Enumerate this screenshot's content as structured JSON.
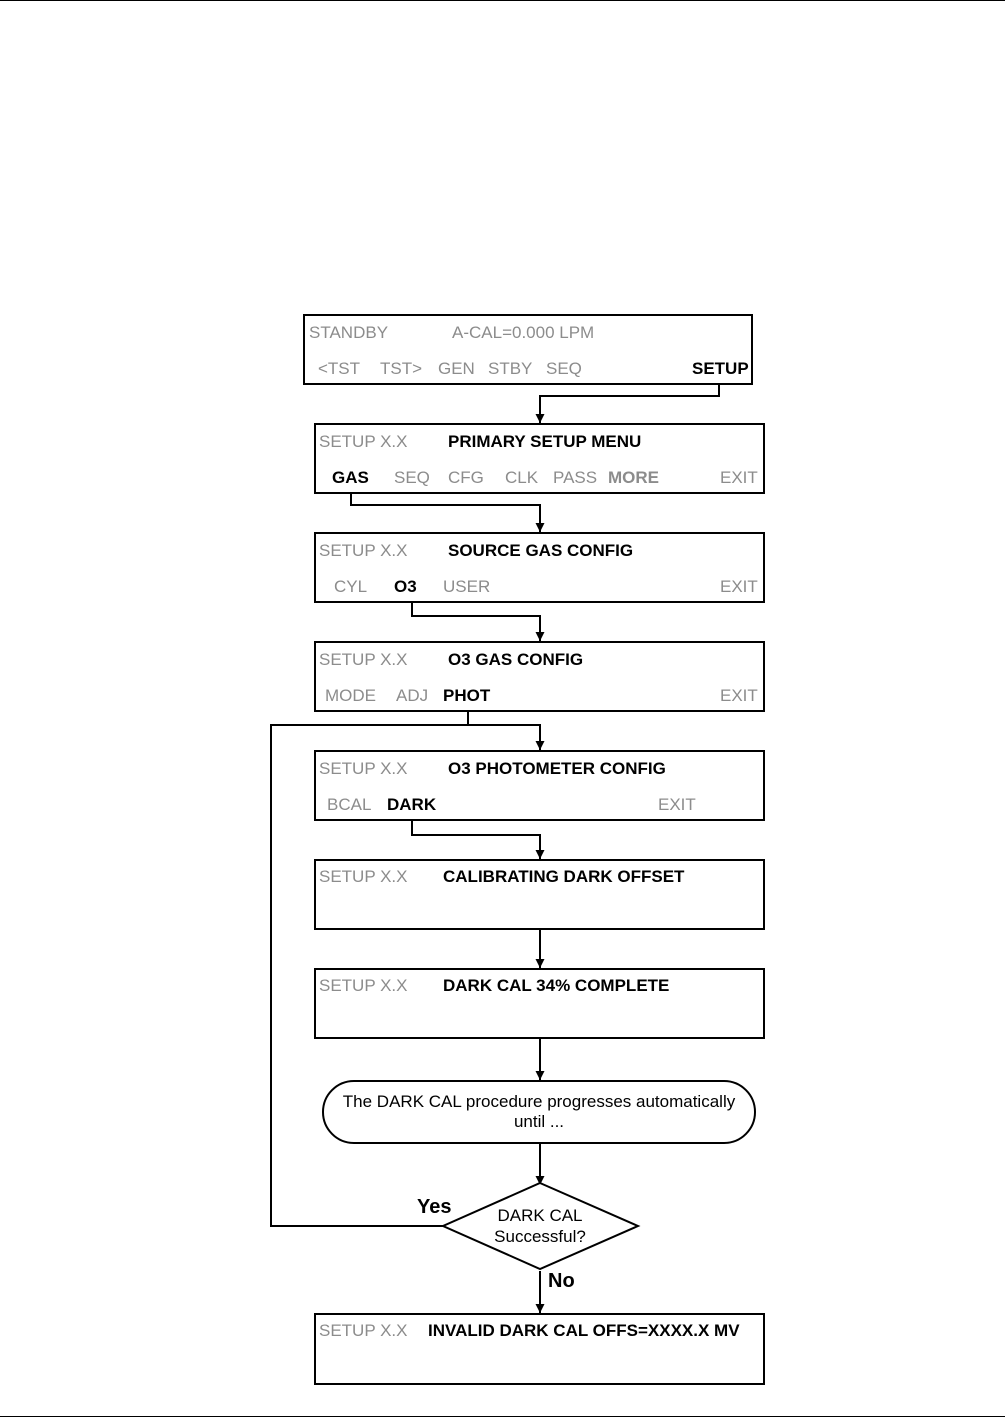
{
  "screens": {
    "standby": {
      "status": "STANDBY",
      "reading": "A-CAL=0.000 LPM",
      "menu": [
        "<TST",
        "TST>",
        "GEN",
        "STBY",
        "SEQ"
      ],
      "selected": "SETUP"
    },
    "primary": {
      "prefix": "SETUP X.X",
      "title": "PRIMARY SETUP MENU",
      "selected": "GAS",
      "menu": [
        "SEQ",
        "CFG",
        "CLK",
        "PASS"
      ],
      "more": "MORE",
      "exit": "EXIT"
    },
    "source_gas": {
      "prefix": "SETUP X.X",
      "title": "SOURCE GAS CONFIG",
      "menu_left": "CYL",
      "selected": "O3",
      "menu_right": "USER",
      "exit": "EXIT"
    },
    "o3_gas": {
      "prefix": "SETUP X.X",
      "title": "O3 GAS CONFIG",
      "menu": [
        "MODE",
        "ADJ"
      ],
      "selected": "PHOT",
      "exit": "EXIT"
    },
    "photometer": {
      "prefix": "SETUP X.X",
      "title": "O3 PHOTOMETER CONFIG",
      "menu_left": "BCAL",
      "selected": "DARK",
      "exit": "EXIT"
    },
    "calibrating": {
      "prefix": "SETUP X.X",
      "title": "CALIBRATING DARK OFFSET"
    },
    "progress": {
      "prefix": "SETUP X.X",
      "title": "DARK CAL 34% COMPLETE"
    },
    "invalid": {
      "prefix": "SETUP X.X",
      "title": "INVALID DARK CAL OFFS=XXXX.X MV"
    }
  },
  "procedure_note": {
    "line1": "The DARK CAL procedure progresses automatically",
    "line2": "until ..."
  },
  "decision": {
    "line1": "DARK CAL",
    "line2": "Successful?",
    "yes_label": "Yes",
    "no_label": "No"
  }
}
